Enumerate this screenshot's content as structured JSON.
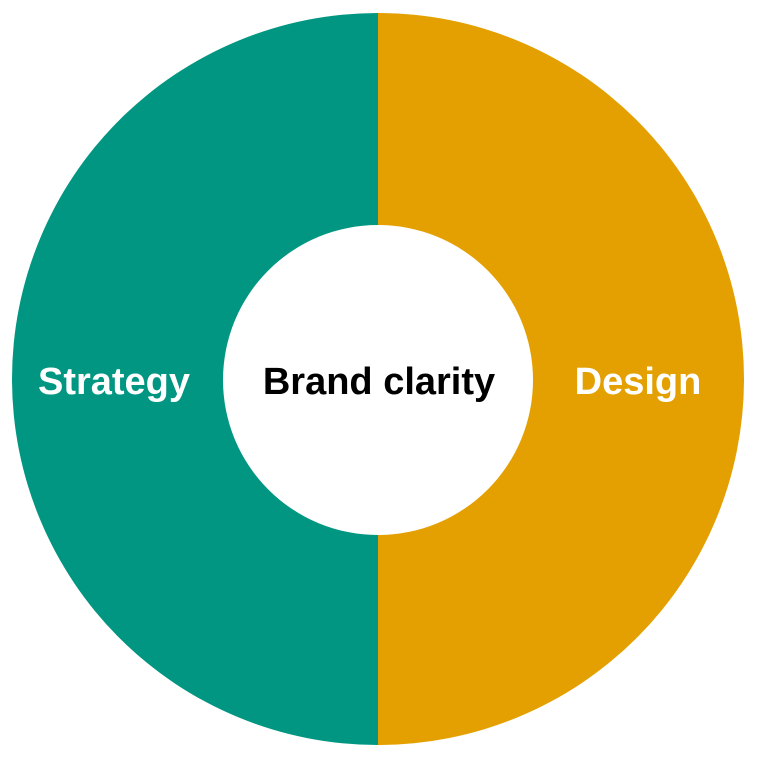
{
  "diagram": {
    "segments": [
      {
        "label": "Strategy",
        "color": "#009681",
        "text_color": "#ffffff"
      },
      {
        "label": "Design",
        "color": "#e3a000",
        "text_color": "#ffffff"
      }
    ],
    "center": {
      "label": "Brand clarity",
      "color": "#ffffff",
      "text_color": "#000000"
    }
  }
}
